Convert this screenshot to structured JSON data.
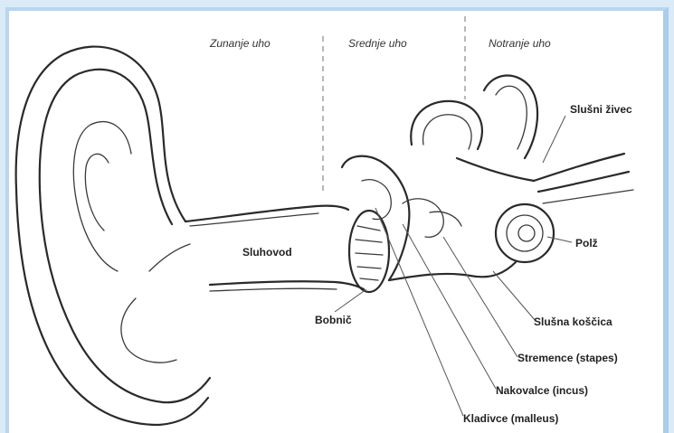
{
  "regions": {
    "outer": "Zunanje uho",
    "middle": "Srednje uho",
    "inner": "Notranje uho"
  },
  "labels": {
    "auditory_nerve": "Slušni živec",
    "cochlea": "Polž",
    "ear_canal": "Sluhovod",
    "eardrum": "Bobnič",
    "auditory_tube": "Slušna koščica",
    "stapes": "Stremence (stapes)",
    "incus": "Nakovalce (incus)",
    "malleus": "Kladivce (malleus)"
  }
}
